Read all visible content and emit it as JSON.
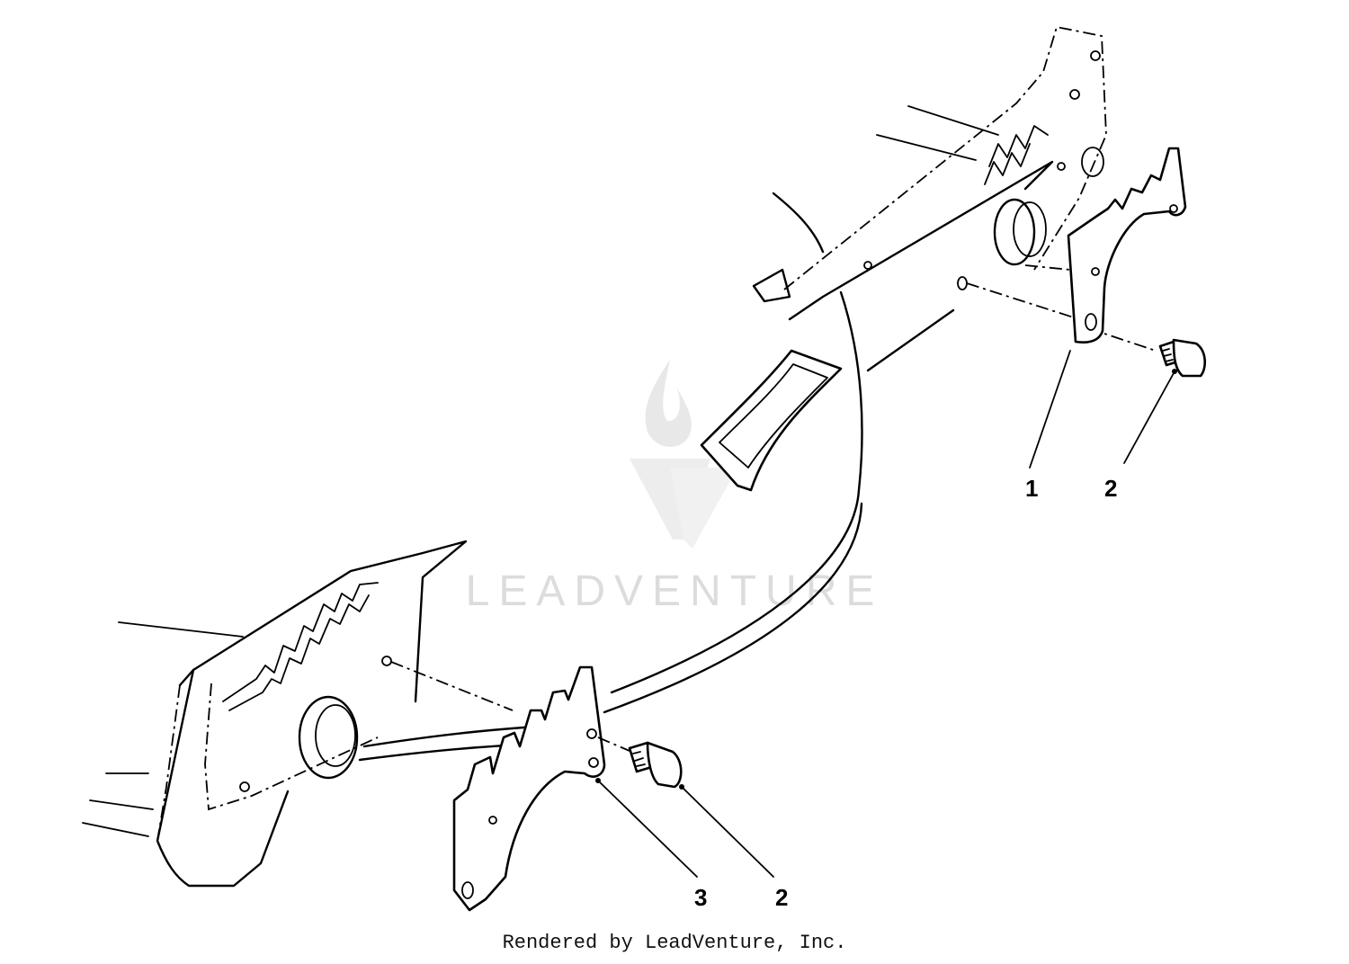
{
  "watermark": {
    "text": "LEADVENTURE",
    "icon": "leadventure-flame-logo"
  },
  "callouts": [
    {
      "id": "1",
      "label": "1",
      "part": "right-height-adjuster-plate"
    },
    {
      "id": "2a",
      "label": "2",
      "part": "right-bolt"
    },
    {
      "id": "3",
      "label": "3",
      "part": "left-height-adjuster-plate"
    },
    {
      "id": "2b",
      "label": "2",
      "part": "left-bolt"
    }
  ],
  "footer": {
    "text": "Rendered by LeadVenture, Inc."
  }
}
